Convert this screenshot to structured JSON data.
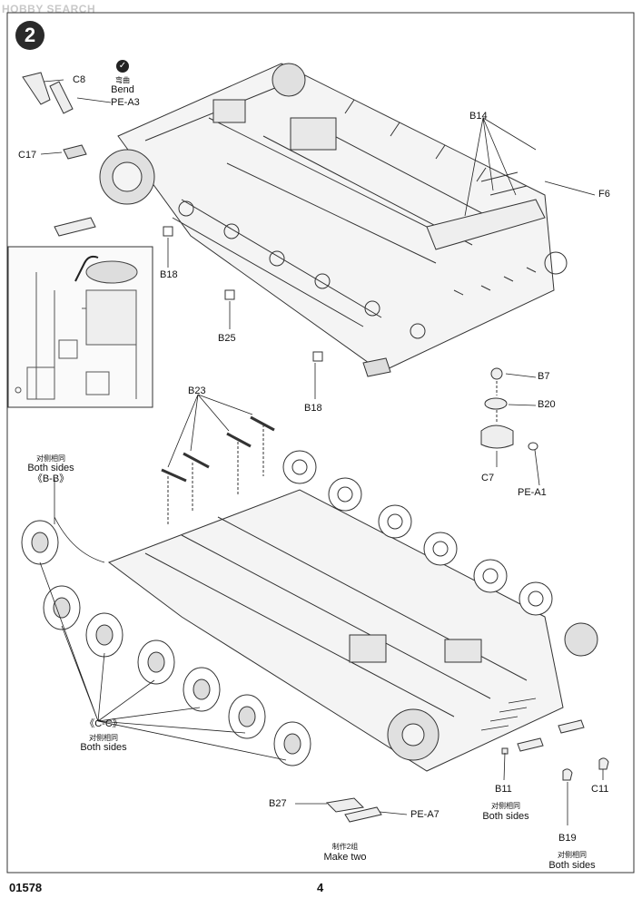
{
  "watermark": "HOBBY SEARCH",
  "step_number": "2",
  "bend": {
    "cn": "弯曲",
    "en": "Bend"
  },
  "labels": {
    "C8": "C8",
    "PE_A3": "PE-A3",
    "C17": "C17",
    "B18_top": "B18",
    "B25": "B25",
    "B18_mid": "B18",
    "B14": "B14",
    "F6": "F6",
    "B7": "B7",
    "B20": "B20",
    "C7": "C7",
    "PE_A1": "PE-A1",
    "B23": "B23",
    "B27": "B27",
    "PE_A7": "PE-A7",
    "B11": "B11",
    "C11": "C11",
    "B19": "B19"
  },
  "notes": {
    "bb_cn": "对侧相同",
    "bb_en": "Both sides",
    "bb_ref": "《B-B》",
    "cc_ref": "《C-C》",
    "cc_cn": "对侧相同",
    "cc_en": "Both sides",
    "b11_cn": "对侧相同",
    "b11_en": "Both sides",
    "b19_cn": "对侧相同",
    "b19_en": "Both sides",
    "make_two_cn": "制作2组",
    "make_two_en": "Make two"
  },
  "footer": {
    "code": "01578",
    "page": "4"
  }
}
